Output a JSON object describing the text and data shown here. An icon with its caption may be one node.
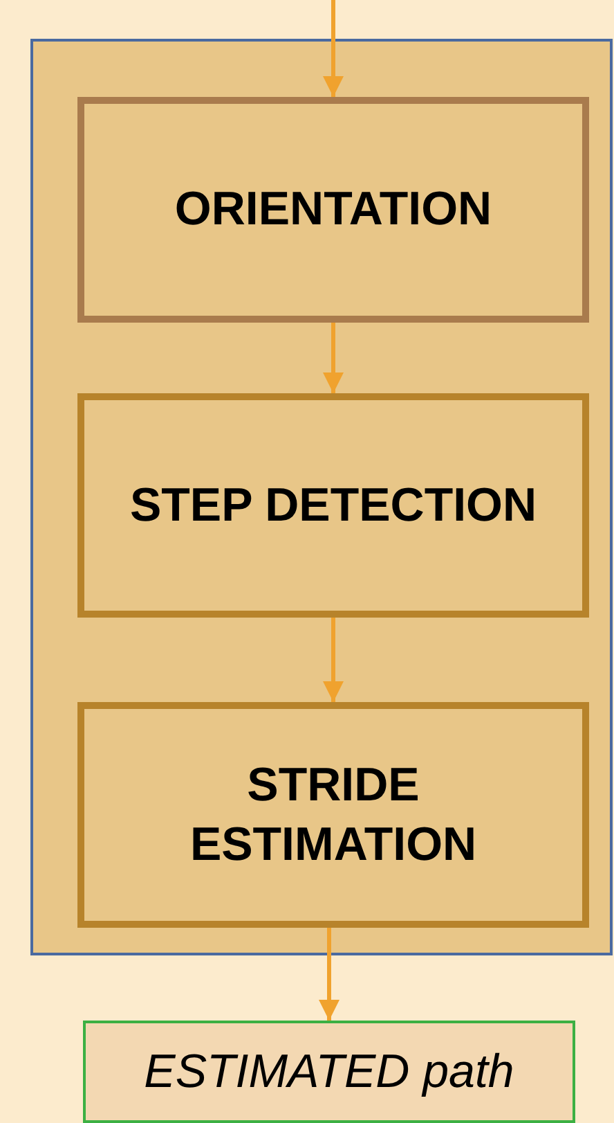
{
  "diagram": {
    "nodes": [
      {
        "text": [],
        "shape": "box"
      },
      {
        "text": [
          "ORIENTATION"
        ],
        "in": 0
      },
      {
        "text": [
          "STEP DETECTION"
        ],
        "in": 0
      },
      {
        "text": [
          "STRIDE ESTIMATION"
        ],
        "in": 0
      },
      {
        "text": [
          "ESTIMATED path"
        ]
      }
    ],
    "edges": [
      {
        "from": null,
        "to": 1,
        "arrow": "to"
      },
      {
        "from": 1,
        "to": 2,
        "arrow": "to"
      },
      {
        "from": 2,
        "to": 3,
        "arrow": "to"
      },
      {
        "from": 3,
        "to": 4,
        "arrow": "to"
      }
    ]
  }
}
